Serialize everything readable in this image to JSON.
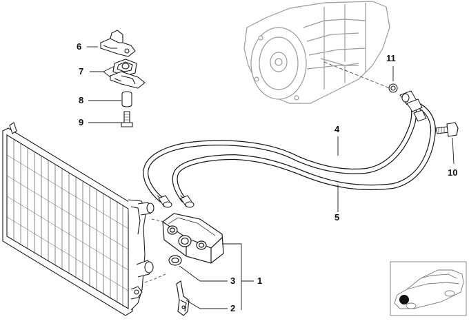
{
  "diagram": {
    "callouts": {
      "n1": "1",
      "n2": "2",
      "n3": "3",
      "n4": "4",
      "n5": "5",
      "n6": "6",
      "n7": "7",
      "n8": "8",
      "n9": "9",
      "n10": "10",
      "n11": "11"
    }
  },
  "colors": {
    "line": "#1a1a1a",
    "ghost": "#9a9a9a",
    "part_fill": "#ffffff",
    "inset_border": "#888888"
  }
}
